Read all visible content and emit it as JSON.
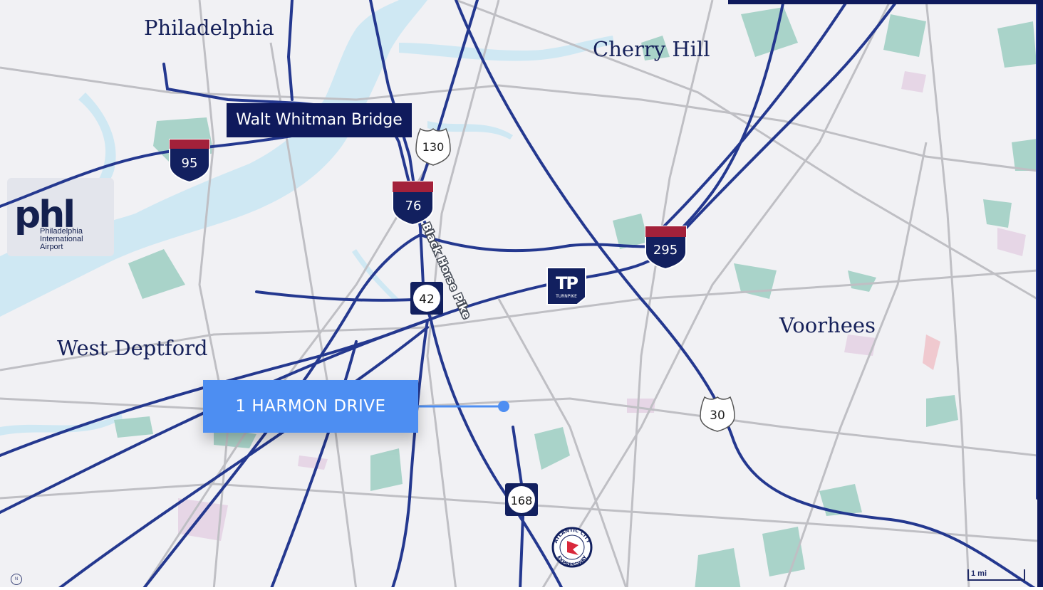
{
  "cities": [
    {
      "id": "philadelphia",
      "label": "Philadelphia"
    },
    {
      "id": "cherry-hill",
      "label": "Cherry Hill"
    },
    {
      "id": "voorhees",
      "label": "Voorhees"
    },
    {
      "id": "west-deptford",
      "label": "West Deptford"
    }
  ],
  "bridge_label": "Walt Whitman Bridge",
  "road_label": "Black Horse Pike",
  "location_label": "1 HARMON DRIVE",
  "airport": {
    "wordmark": "phl",
    "line1": "Philadelphia",
    "line2": "International",
    "line3": "Airport"
  },
  "shields": {
    "i95": "95",
    "i76": "76",
    "i295": "295",
    "us130": "130",
    "us30": "30",
    "nj42": "42",
    "nj168": "168",
    "turnpike": "TP",
    "turnpike_text": "TURNPIKE",
    "ace_top": "ATLANTIC CITY",
    "ace_bottom": "EXPRESSWAY"
  },
  "scale_label": "1 mi",
  "compass_label": "N",
  "colors": {
    "land": "#f1f1f4",
    "water": "#cfe8f3",
    "park": "#a9d3c9",
    "highway": "#24388f",
    "road": "#bfbfc4",
    "label": "#16215a",
    "callout": "#4d8ef2",
    "banner": "#0f1a5c",
    "interstate_red": "#a3213a",
    "interstate_blue": "#12205f"
  }
}
